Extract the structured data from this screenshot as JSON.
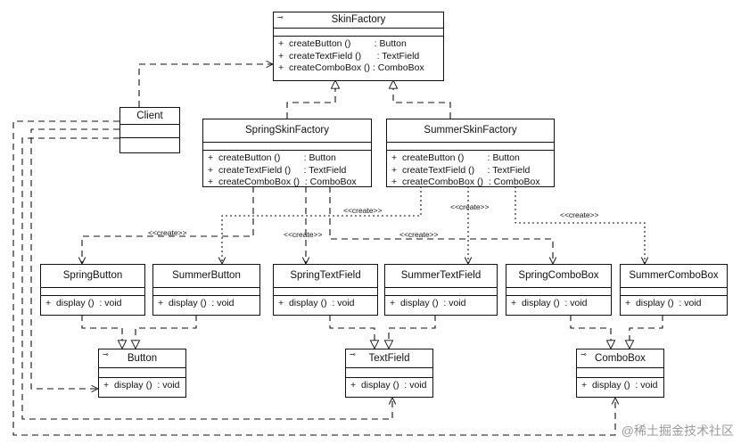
{
  "classes": {
    "skin_factory": {
      "name": "SkinFactory",
      "icon": "package-icon",
      "ops": [
        "+  createButton ()         : Button",
        "+  createTextField ()      : TextField",
        "+  createComboBox () : ComboBox"
      ]
    },
    "client": {
      "name": "Client"
    },
    "spring_skin_factory": {
      "name": "SpringSkinFactory",
      "ops": [
        "+  createButton ()         : Button",
        "+  createTextField ()     : TextField",
        "+  createComboBox ()  : ComboBox"
      ]
    },
    "summer_skin_factory": {
      "name": "SummerSkinFactory",
      "ops": [
        "+  createButton ()         : Button",
        "+  createTextField ()     : TextField",
        "+  createComboBox ()  : ComboBox"
      ]
    },
    "spring_button": {
      "name": "SpringButton",
      "op": "+  display ()  : void"
    },
    "summer_button": {
      "name": "SummerButton",
      "op": "+  display ()  : void"
    },
    "spring_text_field": {
      "name": "SpringTextField",
      "op": "+  display ()  : void"
    },
    "summer_text_field": {
      "name": "SummerTextField",
      "op": "+  display ()  : void"
    },
    "spring_combo_box": {
      "name": "SpringComboBox",
      "op": "+  display ()  : void"
    },
    "summer_combo_box": {
      "name": "SummerComboBox",
      "op": "+  display ()  : void"
    },
    "button": {
      "name": "Button",
      "op": "+  display ()  : void"
    },
    "text_field": {
      "name": "TextField",
      "op": "+  display ()  : void"
    },
    "combo_box": {
      "name": "ComboBox",
      "op": "+  display ()  : void"
    }
  },
  "stereotypes": {
    "create_1": "<<create>>",
    "create_2": "<<create>>",
    "create_3": "<<create>>",
    "create_4": "<<create>>",
    "create_5": "<<create>>",
    "create_6": "<<create>>"
  },
  "watermark": "@稀土掘金技术社区"
}
